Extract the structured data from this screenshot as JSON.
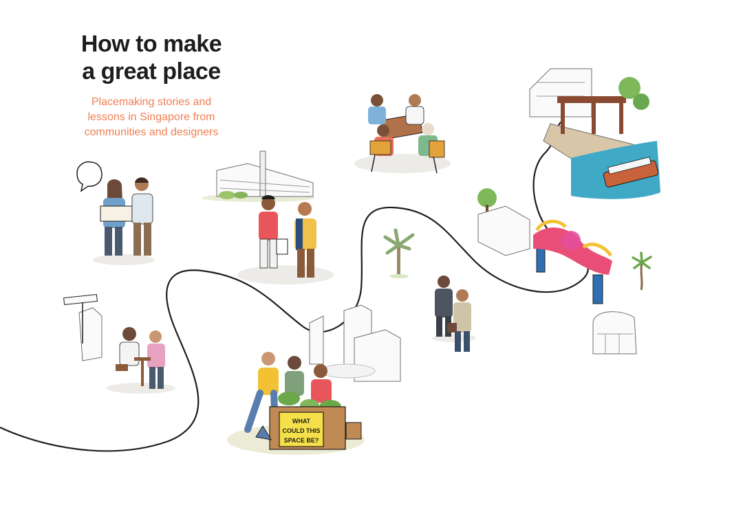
{
  "title": {
    "line1": "How to make",
    "line2": "a great place"
  },
  "subtitle": {
    "line1": "Placemaking stories and",
    "line2": "lessons in Singapore from",
    "line3": "communities and designers"
  },
  "signboard": {
    "line1": "WHAT",
    "line2": "COULD THIS",
    "line3": "SPACE BE?"
  },
  "colors": {
    "accent": "#f07f52",
    "ink": "#1d1d1b",
    "path": "#1d1d1b",
    "sign_yellow": "#f6e049",
    "water": "#3fa9c6"
  }
}
